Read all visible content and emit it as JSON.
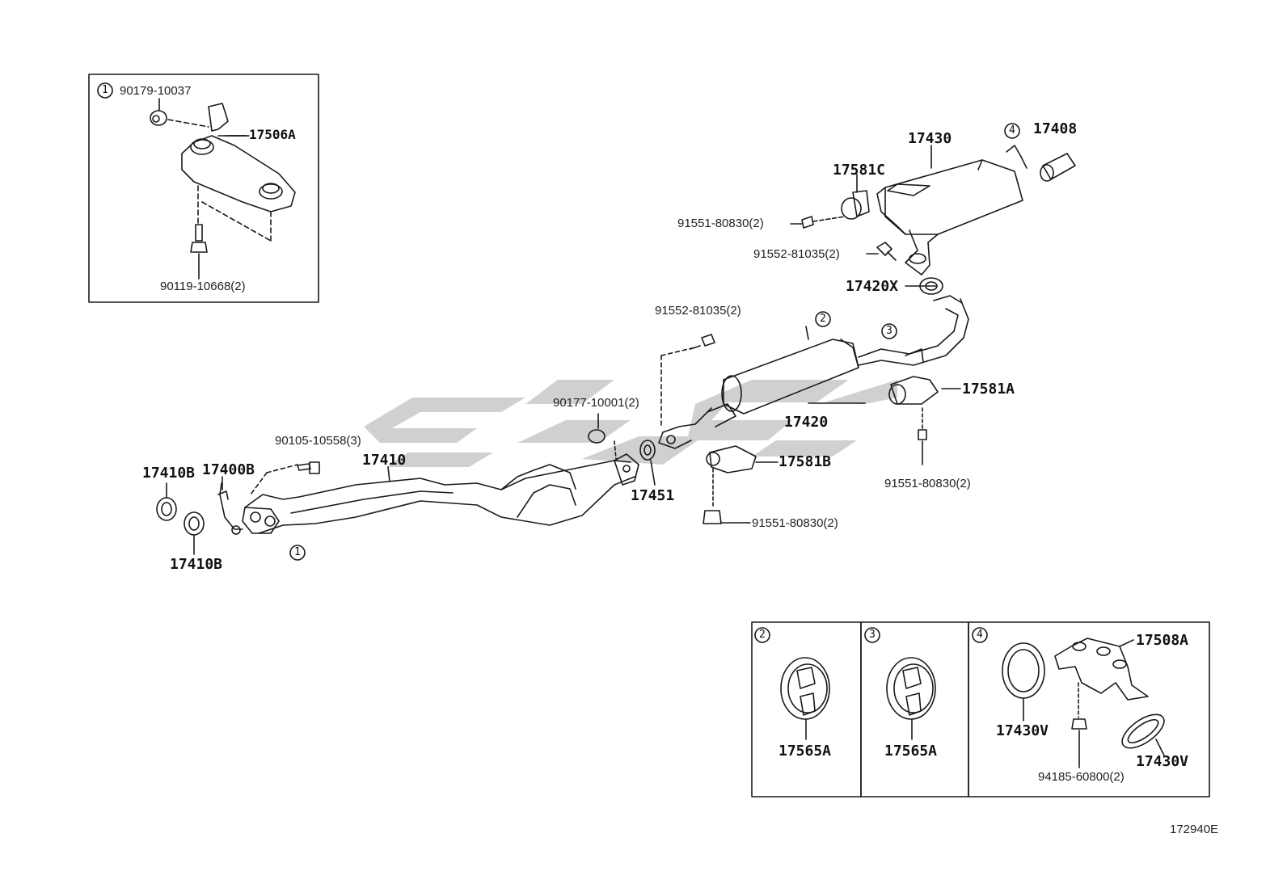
{
  "diagram_code": "172940E",
  "callouts": {
    "c1_box": "1",
    "c1_main": "1",
    "c2_main": "2",
    "c3_main": "3",
    "c4_main": "4",
    "c2_inset": "2",
    "c3_inset": "3",
    "c4_inset": "4"
  },
  "labels": {
    "p90179_10037": "90179-10037",
    "p17506A": "17506A",
    "p90119_10668": "90119-10668(2)",
    "p17430": "17430",
    "p17408": "17408",
    "p17581C": "17581C",
    "p91551_80830_top": "91551-80830(2)",
    "p91552_81035_top": "91552-81035(2)",
    "p17420X": "17420X",
    "p91552_81035_mid": "91552-81035(2)",
    "p17581A": "17581A",
    "p17420": "17420",
    "p91551_80830_right": "91551-80830(2)",
    "p90177_10001": "90177-10001(2)",
    "p90105_10558": "90105-10558(3)",
    "p17410": "17410",
    "p17410B_top": "17410B",
    "p17400B": "17400B",
    "p17451": "17451",
    "p17581B": "17581B",
    "p91551_80830_bottom": "91551-80830(2)",
    "p17410B_bottom": "17410B",
    "p17565A_2": "17565A",
    "p17565A_3": "17565A",
    "p17508A": "17508A",
    "p17430V_left": "17430V",
    "p17430V_right": "17430V",
    "p94185_60800": "94185-60800(2)"
  },
  "watermark_text": "CJG",
  "colors": {
    "line": "#1a1a1a",
    "watermark": "#c8c8c8",
    "background": "#ffffff"
  }
}
